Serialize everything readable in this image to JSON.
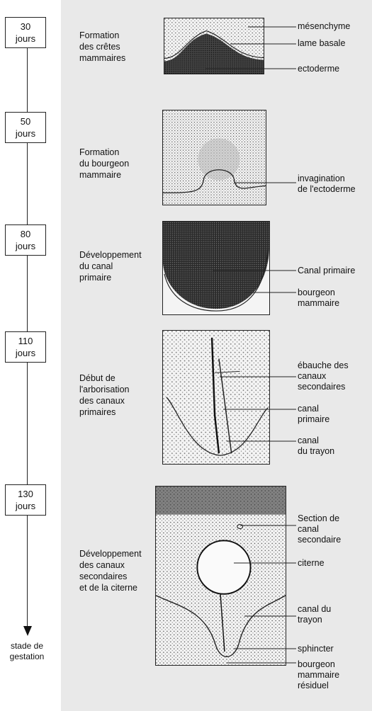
{
  "stages": [
    {
      "day_number": "30",
      "day_unit": "jours",
      "label": "Formation\ndes crêtes\nmammaires"
    },
    {
      "day_number": "50",
      "day_unit": "jours",
      "label": "Formation\ndu bourgeon\nmammaire"
    },
    {
      "day_number": "80",
      "day_unit": "jours",
      "label": "Développement\ndu canal\nprimaire"
    },
    {
      "day_number": "110",
      "day_unit": "jours",
      "label": "Début de\nl'arborisation\ndes canaux\nprimaires"
    },
    {
      "day_number": "130",
      "day_unit": "jours",
      "label": "Développement\ndes canaux\nsecondaires\net de la citerne"
    }
  ],
  "timeline_end_label": "stade de\ngestation",
  "callouts": {
    "c1": "mésenchyme",
    "c2": "lame basale",
    "c3": "ectoderme",
    "c4": "invagination\nde l'ectoderme",
    "c5": "Canal primaire",
    "c6": "bourgeon\nmammaire",
    "c7": "ébauche des\ncanaux\nsecondaires",
    "c8": "canal\nprimaire",
    "c9": "canal\ndu trayon",
    "c10": "Section de\ncanal\nsecondaire",
    "c11": "citerne",
    "c12": "canal du\ntrayon",
    "c13": "sphincter",
    "c14": "bourgeon\nmammaire\nrésiduel"
  }
}
